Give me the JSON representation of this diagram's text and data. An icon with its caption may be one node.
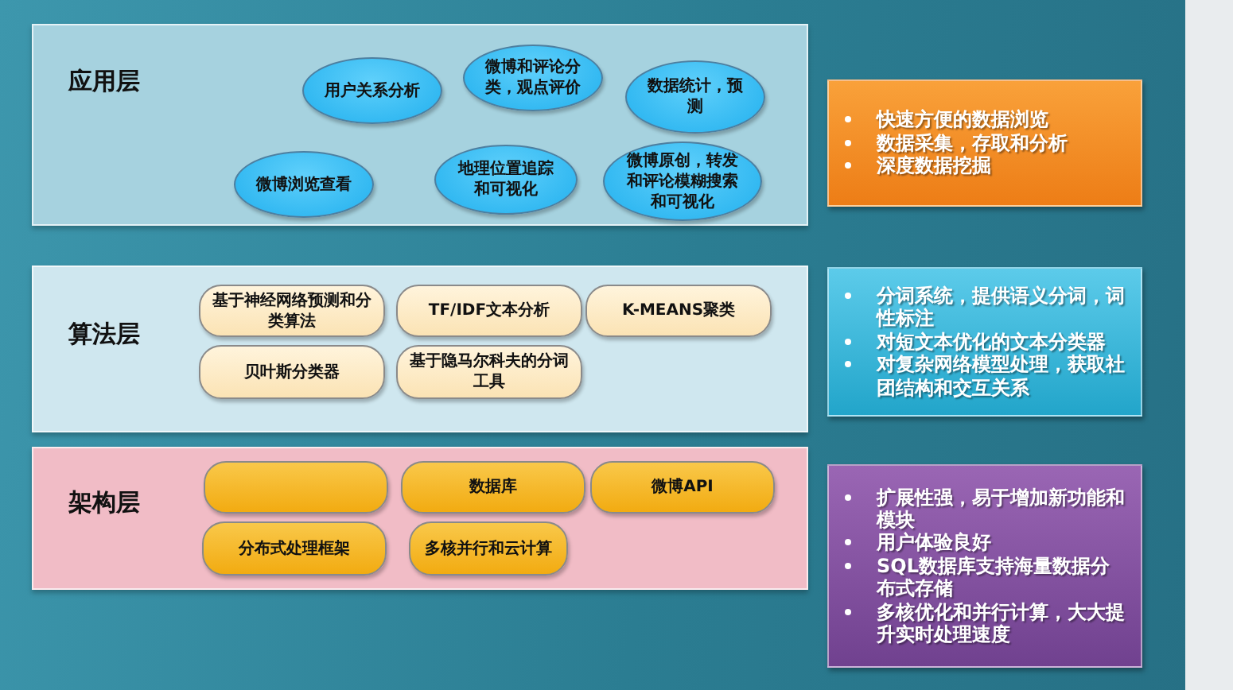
{
  "diagram": {
    "nodes": [
      {
        "text": [
          "应用层"
        ]
      },
      {
        "text": [
          "用户关系分析"
        ],
        "in": 0
      },
      {
        "text": [
          "微博和评论分类，观点评价"
        ],
        "in": 0
      },
      {
        "text": [
          "数据统计，预测"
        ],
        "in": 0
      },
      {
        "text": [
          "微博浏览查看"
        ],
        "in": 0
      },
      {
        "text": [
          "地理位置追踪和可视化"
        ],
        "in": 0
      },
      {
        "text": [
          "微博原创，转发和评论模糊搜索和可视化"
        ],
        "in": 0
      },
      {
        "text": [
          "算法层"
        ]
      },
      {
        "text": [
          "基于神经网络预测和分类算法"
        ],
        "in": 7
      },
      {
        "text": [
          "TF/IDF文本分析"
        ],
        "in": 7
      },
      {
        "text": [
          "K-MEANS聚类"
        ],
        "in": 7
      },
      {
        "text": [
          "贝叶斯分类器"
        ],
        "in": 7
      },
      {
        "text": [
          "基于隐马尔科夫的分词工具"
        ],
        "in": 7
      },
      {
        "text": [
          "架构层"
        ]
      },
      {
        "text": [],
        "shape": "box",
        "in": 13
      },
      {
        "text": [
          "数据库"
        ],
        "in": 13
      },
      {
        "text": [
          "微博API"
        ],
        "in": 13
      },
      {
        "text": [
          "分布式处理框架"
        ],
        "in": 13
      },
      {
        "text": [
          "多核并行和云计算"
        ],
        "in": 13
      },
      {
        "text": [
          "快速方便的数据浏览",
          "数据采集，存取和分析",
          "深度数据挖掘"
        ]
      },
      {
        "text": [
          "分词系统，提供语义分词，词性标注",
          "对短文本优化的文本分类器",
          "对复杂网络模型处理，获取社团结构和交互关系"
        ]
      },
      {
        "text": [
          "扩展性强，易于增加新功能和模块",
          "用户体验良好",
          "SQL数据库支持海量数据分布式存储",
          "多核优化和并行计算，大大提升实时处理速度"
        ]
      }
    ]
  }
}
